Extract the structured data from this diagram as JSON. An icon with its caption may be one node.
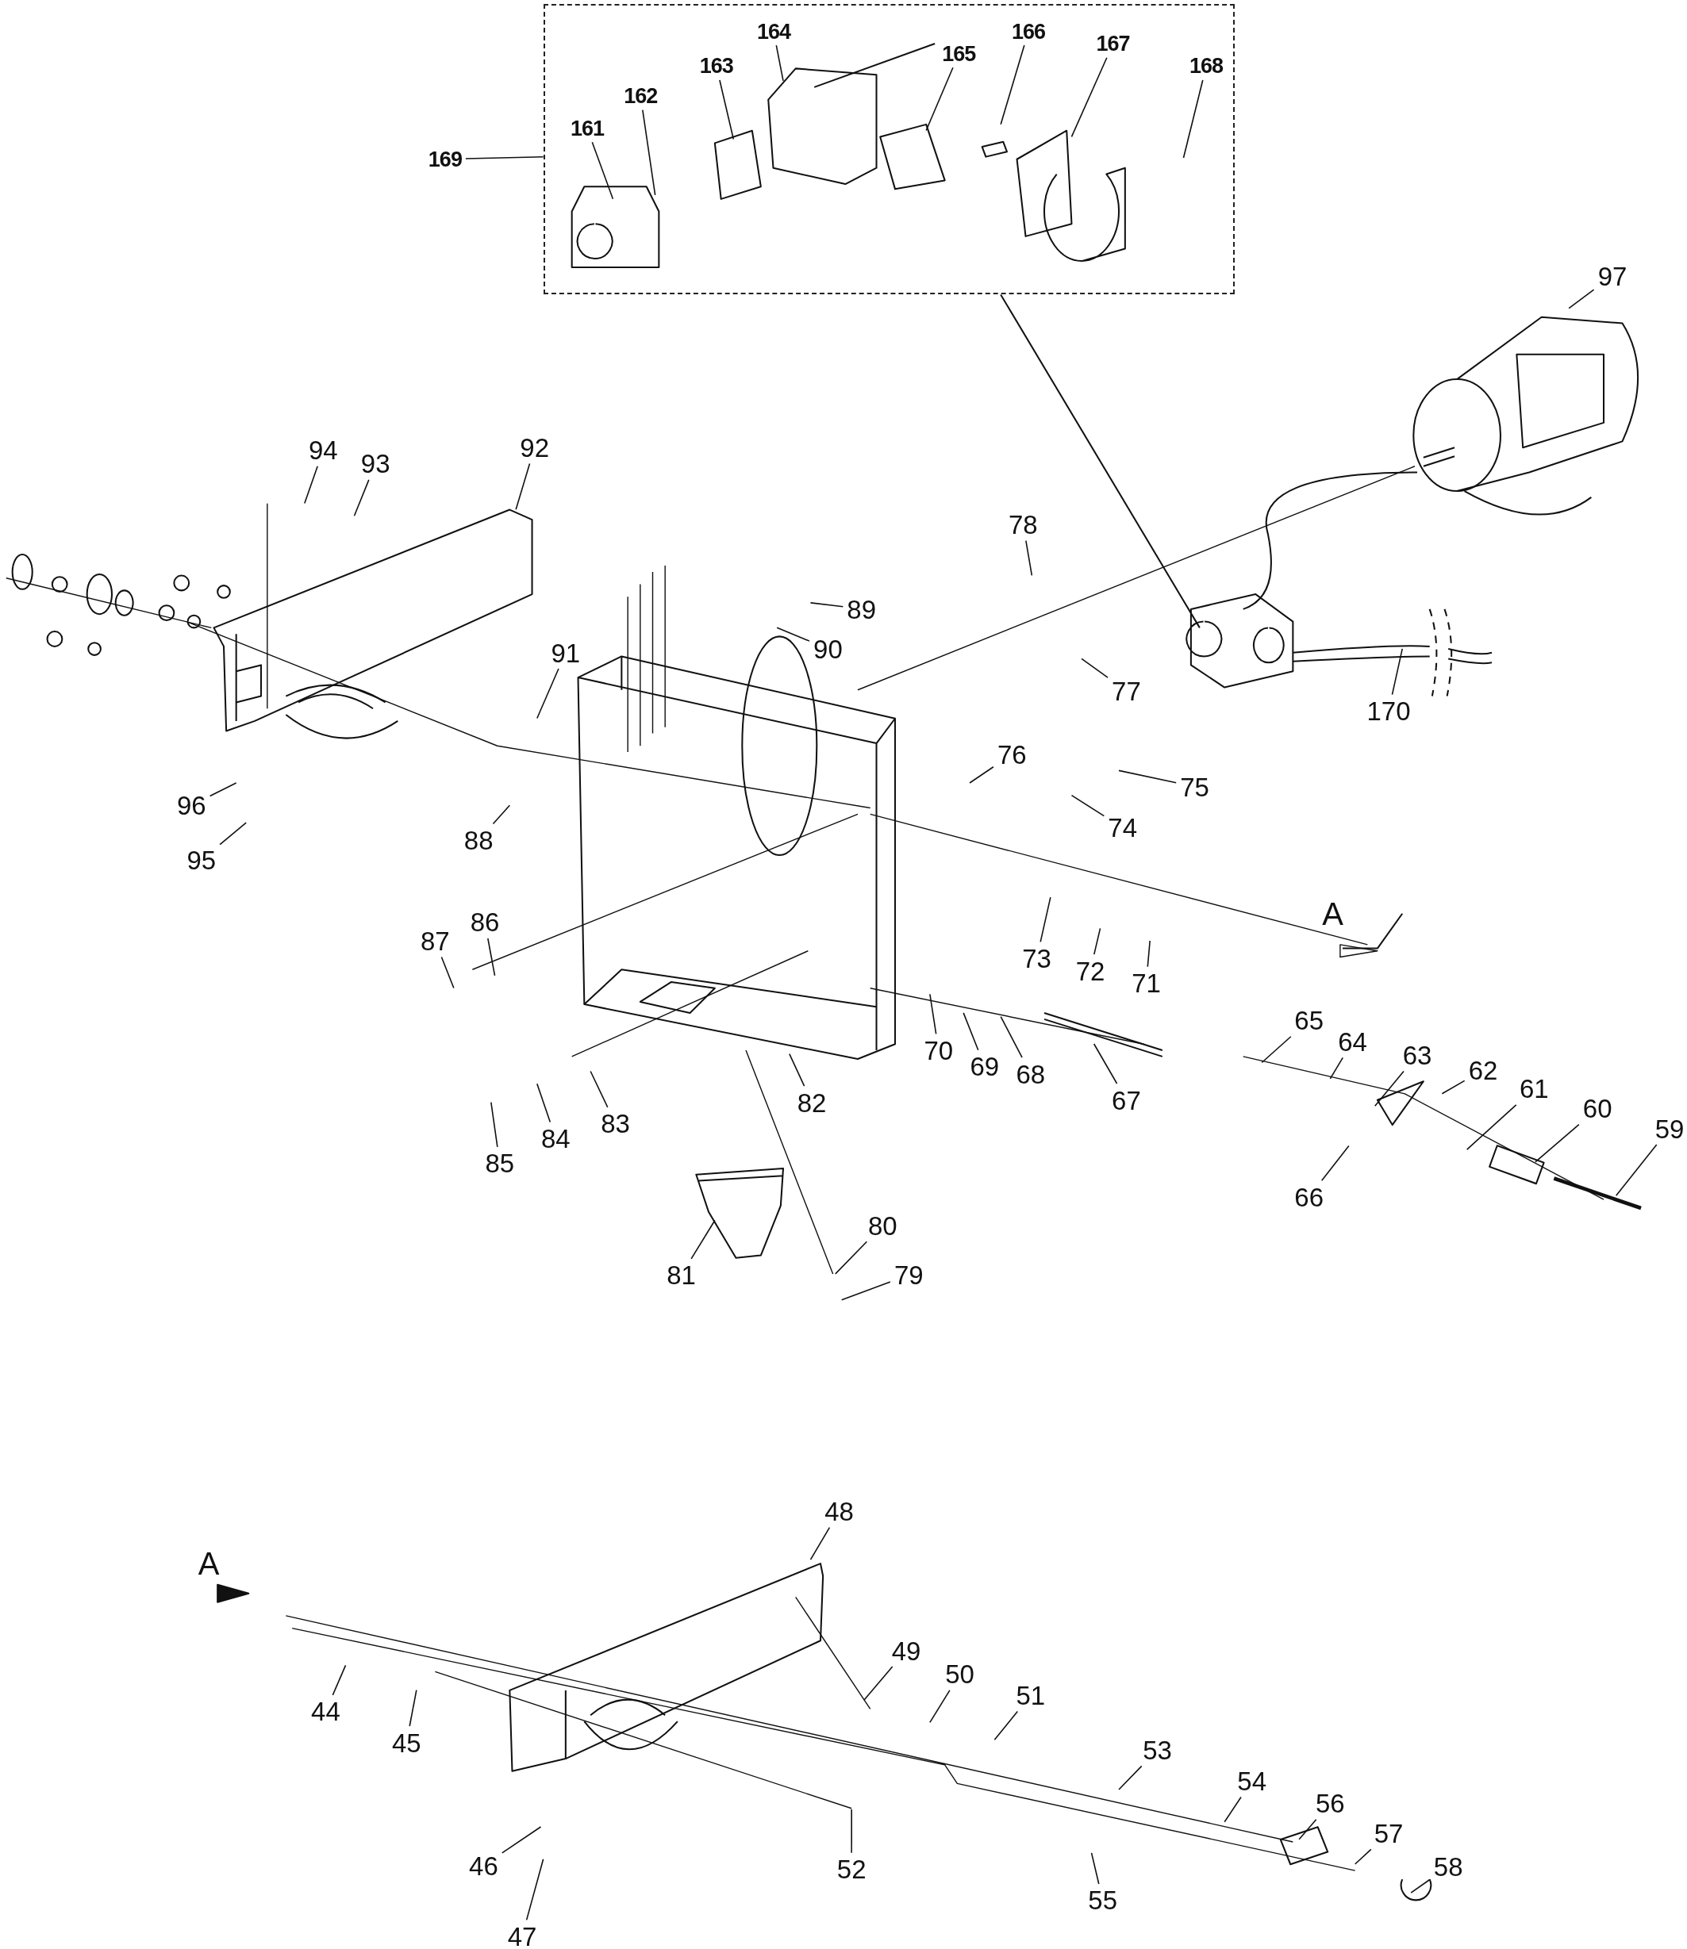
{
  "diagram": {
    "nodes": [
      {
        "text": [],
        "shape": "box"
      },
      {
        "text": [
          "161"
        ],
        "in": 0
      },
      {
        "text": [
          "162"
        ],
        "in": 0
      },
      {
        "text": [
          "163"
        ],
        "in": 0
      },
      {
        "text": [
          "164"
        ],
        "in": 0
      },
      {
        "text": [
          "165"
        ],
        "in": 0
      },
      {
        "text": [
          "166"
        ],
        "in": 0
      },
      {
        "text": [
          "167"
        ],
        "in": 0
      },
      {
        "text": [
          "168"
        ],
        "in": 0
      },
      {
        "text": [
          "169"
        ]
      },
      {
        "text": [
          "97"
        ]
      },
      {
        "text": [
          "94"
        ]
      },
      {
        "text": [
          "93"
        ]
      },
      {
        "text": [
          "92"
        ]
      },
      {
        "text": [
          "78"
        ]
      },
      {
        "text": [
          "89"
        ]
      },
      {
        "text": [
          "90"
        ]
      },
      {
        "text": [
          "91"
        ]
      },
      {
        "text": [
          "77"
        ]
      },
      {
        "text": [
          "170"
        ]
      },
      {
        "text": [
          "76"
        ]
      },
      {
        "text": [
          "75"
        ]
      },
      {
        "text": [
          "74"
        ]
      },
      {
        "text": [
          "96"
        ]
      },
      {
        "text": [
          "95"
        ]
      },
      {
        "text": [
          "88"
        ]
      },
      {
        "text": [
          "87"
        ]
      },
      {
        "text": [
          "86"
        ]
      },
      {
        "text": [
          "73"
        ]
      },
      {
        "text": [
          "72"
        ]
      },
      {
        "text": [
          "71"
        ]
      },
      {
        "text": [
          "65"
        ]
      },
      {
        "text": [
          "64"
        ]
      },
      {
        "text": [
          "63"
        ]
      },
      {
        "text": [
          "62"
        ]
      },
      {
        "text": [
          "61"
        ]
      },
      {
        "text": [
          "60"
        ]
      },
      {
        "text": [
          "59"
        ]
      },
      {
        "text": [
          "70"
        ]
      },
      {
        "text": [
          "69"
        ]
      },
      {
        "text": [
          "68"
        ]
      },
      {
        "text": [
          "67"
        ]
      },
      {
        "text": [
          "82"
        ]
      },
      {
        "text": [
          "83"
        ]
      },
      {
        "text": [
          "84"
        ]
      },
      {
        "text": [
          "85"
        ]
      },
      {
        "text": [
          "66"
        ]
      },
      {
        "text": [
          "81"
        ]
      },
      {
        "text": [
          "80"
        ]
      },
      {
        "text": [
          "79"
        ]
      },
      {
        "text": [
          "48"
        ]
      },
      {
        "text": [
          "44"
        ]
      },
      {
        "text": [
          "45"
        ]
      },
      {
        "text": [
          "49"
        ]
      },
      {
        "text": [
          "50"
        ]
      },
      {
        "text": [
          "51"
        ]
      },
      {
        "text": [
          "53"
        ]
      },
      {
        "text": [
          "54"
        ]
      },
      {
        "text": [
          "56"
        ]
      },
      {
        "text": [
          "57"
        ]
      },
      {
        "text": [
          "58"
        ]
      },
      {
        "text": [
          "46"
        ]
      },
      {
        "text": [
          "52"
        ]
      },
      {
        "text": [
          "55"
        ]
      },
      {
        "text": [
          "47"
        ]
      }
    ],
    "edges": [
      {
        "from": 9,
        "to": 0,
        "arrow": "none"
      },
      {
        "from": 1,
        "to": null,
        "arrow": "none"
      },
      {
        "from": 2,
        "to": null,
        "arrow": "none"
      },
      {
        "from": 3,
        "to": null,
        "arrow": "none"
      },
      {
        "from": 4,
        "to": null,
        "arrow": "none"
      },
      {
        "from": 5,
        "to": null,
        "arrow": "none"
      },
      {
        "from": 6,
        "to": null,
        "arrow": "none"
      },
      {
        "from": 7,
        "to": null,
        "arrow": "none"
      },
      {
        "from": 8,
        "to": null,
        "arrow": "none"
      },
      {
        "from": 10,
        "to": null,
        "arrow": "none"
      },
      {
        "from": 11,
        "to": null,
        "arrow": "none"
      },
      {
        "from": 12,
        "to": null,
        "arrow": "none"
      },
      {
        "from": 13,
        "to": null,
        "arrow": "none"
      },
      {
        "from": 14,
        "to": null,
        "arrow": "none"
      },
      {
        "from": 15,
        "to": null,
        "arrow": "none"
      },
      {
        "from": 16,
        "to": null,
        "arrow": "none"
      },
      {
        "from": 17,
        "to": null,
        "arrow": "none"
      },
      {
        "from": 18,
        "to": null,
        "arrow": "none"
      },
      {
        "from": 19,
        "to": null,
        "arrow": "none"
      },
      {
        "from": 20,
        "to": null,
        "arrow": "none"
      },
      {
        "from": 21,
        "to": null,
        "arrow": "none"
      },
      {
        "from": 22,
        "to": null,
        "arrow": "none"
      },
      {
        "from": 23,
        "to": null,
        "arrow": "none"
      },
      {
        "from": 24,
        "to": null,
        "arrow": "none"
      },
      {
        "from": 25,
        "to": null,
        "arrow": "none"
      },
      {
        "from": 26,
        "to": null,
        "arrow": "none"
      },
      {
        "from": 27,
        "to": null,
        "arrow": "none"
      },
      {
        "from": 28,
        "to": null,
        "arrow": "none"
      },
      {
        "from": 29,
        "to": null,
        "arrow": "none"
      },
      {
        "from": 30,
        "to": null,
        "arrow": "none"
      },
      {
        "from": 31,
        "to": null,
        "arrow": "none"
      },
      {
        "from": 32,
        "to": null,
        "arrow": "none"
      },
      {
        "from": 33,
        "to": null,
        "arrow": "none"
      },
      {
        "from": 34,
        "to": null,
        "arrow": "none"
      },
      {
        "from": 35,
        "to": null,
        "arrow": "none"
      },
      {
        "from": 36,
        "to": null,
        "arrow": "none"
      },
      {
        "from": 37,
        "to": null,
        "arrow": "none"
      },
      {
        "from": 38,
        "to": null,
        "arrow": "none"
      },
      {
        "from": 39,
        "to": null,
        "arrow": "none"
      },
      {
        "from": 40,
        "to": null,
        "arrow": "none"
      },
      {
        "from": 41,
        "to": null,
        "arrow": "none"
      },
      {
        "from": 42,
        "to": null,
        "arrow": "none"
      },
      {
        "from": 43,
        "to": null,
        "arrow": "none"
      },
      {
        "from": 44,
        "to": null,
        "arrow": "none"
      },
      {
        "from": 45,
        "to": null,
        "arrow": "none"
      },
      {
        "from": 46,
        "to": null,
        "arrow": "none"
      },
      {
        "from": 47,
        "to": null,
        "arrow": "none"
      },
      {
        "from": 48,
        "to": null,
        "arrow": "none"
      },
      {
        "from": 49,
        "to": null,
        "arrow": "none"
      },
      {
        "from": 50,
        "to": null,
        "arrow": "none"
      },
      {
        "from": 51,
        "to": null,
        "arrow": "none"
      },
      {
        "from": 52,
        "to": null,
        "arrow": "none"
      },
      {
        "from": 53,
        "to": null,
        "arrow": "none"
      },
      {
        "from": 54,
        "to": null,
        "arrow": "none"
      },
      {
        "from": 55,
        "to": null,
        "arrow": "none"
      },
      {
        "from": 56,
        "to": null,
        "arrow": "none"
      },
      {
        "from": 57,
        "to": null,
        "arrow": "none"
      },
      {
        "from": 58,
        "to": null,
        "arrow": "none"
      },
      {
        "from": 59,
        "to": null,
        "arrow": "none"
      },
      {
        "from": 60,
        "to": null,
        "arrow": "none"
      },
      {
        "from": 61,
        "to": null,
        "arrow": "none"
      },
      {
        "from": 62,
        "to": null,
        "arrow": "none"
      },
      {
        "from": 63,
        "to": null,
        "arrow": "none"
      },
      {
        "from": 64,
        "to": null,
        "arrow": "none"
      }
    ],
    "labels": [
      "A",
      "A"
    ]
  }
}
